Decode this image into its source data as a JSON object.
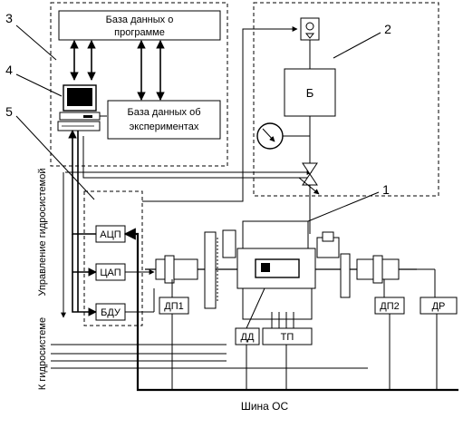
{
  "blocks": {
    "db_program": [
      "База данных о",
      "программе"
    ],
    "db_experiments": [
      "База данных об",
      "экспериментах"
    ],
    "adc": "АЦП",
    "dac": "ЦАП",
    "bdu": "БДУ",
    "tank": "Б",
    "dp1": "ДП1",
    "dp2": "ДП2",
    "dr": "ДР",
    "dd": "ДД",
    "tp": "ТП"
  },
  "callouts": {
    "n1": "1",
    "n2": "2",
    "n3": "3",
    "n4": "4",
    "n5": "5"
  },
  "labels": {
    "bus": "Шина ОС",
    "hydro_control": "Управление гидросистемой",
    "to_hydro": "К гидросистеме"
  }
}
